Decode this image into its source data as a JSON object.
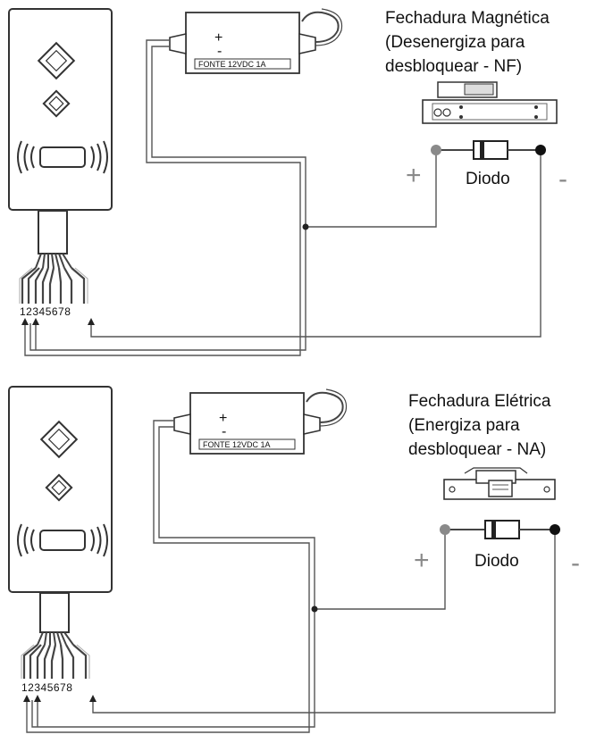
{
  "diagrams": [
    {
      "lock_title": "Fechadura Magnética",
      "lock_line2": "(Desenergiza para",
      "lock_line3": "desbloquear - NF)",
      "psu_label": "FONTE 12VDC 1A",
      "psu_plus": "+",
      "psu_minus": "-",
      "diode_label": "Diodo",
      "plus_sign": "+",
      "minus_sign": "-",
      "pin_numbers": "12345678"
    },
    {
      "lock_title": "Fechadura Elétrica",
      "lock_line2": "(Energiza para",
      "lock_line3": "desbloquear - NA)",
      "psu_label": "FONTE 12VDC 1A",
      "psu_plus": "+",
      "psu_minus": "-",
      "diode_label": "Diodo",
      "plus_sign": "+",
      "minus_sign": "-",
      "pin_numbers": "12345678"
    }
  ],
  "colors": {
    "line": "#3a3a3a",
    "wire": "#555555",
    "plus_sign": "#8a8a8a",
    "minus_sign": "#8a8a8a",
    "diode_left_node": "#8a8a8a",
    "diode_right_node": "#111111"
  }
}
